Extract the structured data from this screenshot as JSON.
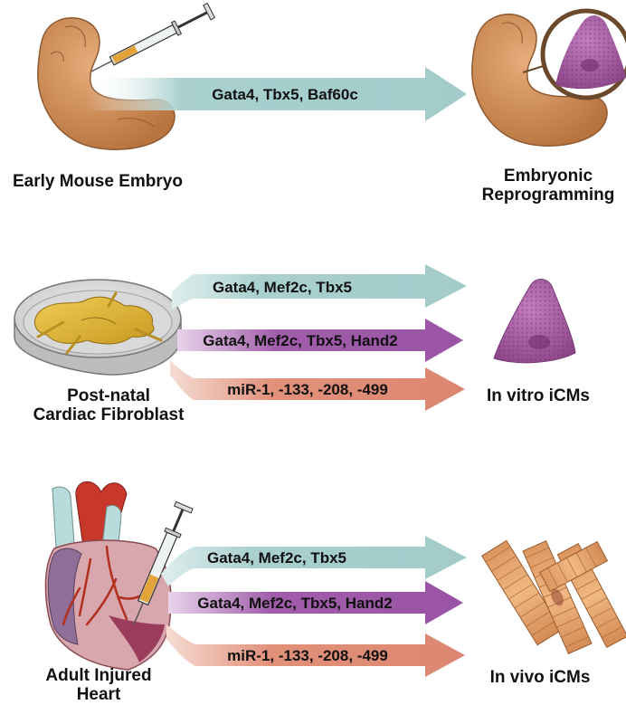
{
  "colors": {
    "teal": "#a9d0cf",
    "purple": "#a15dab",
    "salmon": "#e1917a",
    "embryo": "#c98a57",
    "cardiomyocyte": "#a1599e",
    "heart_red": "#c63a2a",
    "fibroblast": "#e0b739"
  },
  "row1": {
    "source_label": "Early Mouse Embryo",
    "arrow_label": "Gata4, Tbx5, Baf60c",
    "target_label_1": "Embryonic",
    "target_label_2": "Reprogramming"
  },
  "row2": {
    "source_label_1": "Post-natal",
    "source_label_2": "Cardiac Fibroblast",
    "arrows": [
      "Gata4, Mef2c, Tbx5",
      "Gata4, Mef2c, Tbx5, Hand2",
      "miR-1, -133, -208, -499"
    ],
    "target_label": "In vitro iCMs"
  },
  "row3": {
    "source_label_1": "Adult Injured",
    "source_label_2": "Heart",
    "arrows": [
      "Gata4, Mef2c, Tbx5",
      "Gata4, Mef2c, Tbx5, Hand2",
      "miR-1, -133, -208, -499"
    ],
    "target_label": "In vivo iCMs"
  }
}
